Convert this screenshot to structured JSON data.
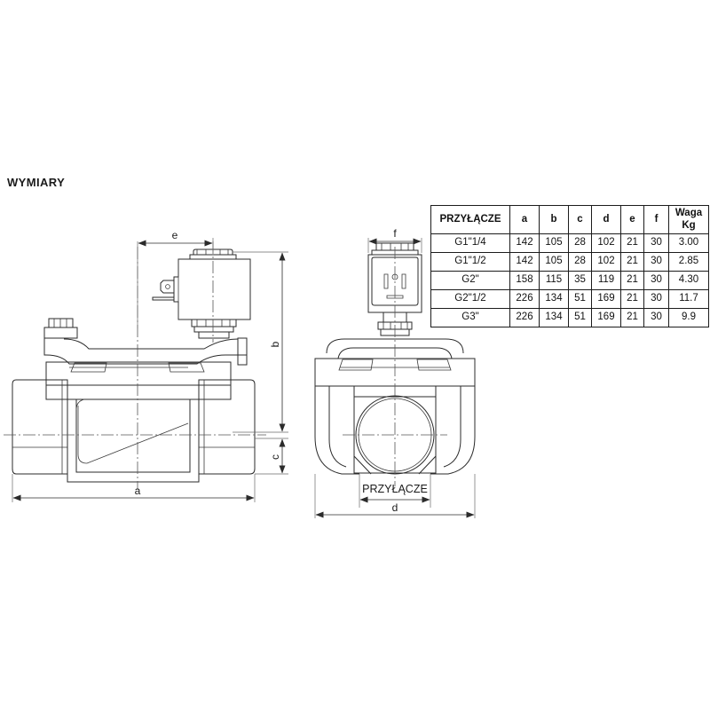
{
  "page": {
    "title": "WYMIARY",
    "background_color": "#ffffff",
    "line_color": "#2b2b2b"
  },
  "table": {
    "name": "dimensions-table",
    "headers": [
      "PRZYŁĄCZE",
      "a",
      "b",
      "c",
      "d",
      "e",
      "f",
      "Waga",
      "Kg"
    ],
    "weight_header_line1": "Waga",
    "weight_header_line2": "Kg",
    "rows": [
      {
        "connection": "G1\"1/4",
        "a": "142",
        "b": "105",
        "c": "28",
        "d": "102",
        "e": "21",
        "f": "30",
        "weight": "3.00"
      },
      {
        "connection": "G1\"1/2",
        "a": "142",
        "b": "105",
        "c": "28",
        "d": "102",
        "e": "21",
        "f": "30",
        "weight": "2.85"
      },
      {
        "connection": "G2\"",
        "a": "158",
        "b": "115",
        "c": "35",
        "d": "119",
        "e": "21",
        "f": "30",
        "weight": "4.30"
      },
      {
        "connection": "G2\"1/2",
        "a": "226",
        "b": "134",
        "c": "51",
        "d": "169",
        "e": "21",
        "f": "30",
        "weight": "11.7"
      },
      {
        "connection": "G3\"",
        "a": "226",
        "b": "134",
        "c": "51",
        "d": "169",
        "e": "21",
        "f": "30",
        "weight": "9.9"
      }
    ]
  },
  "side_view": {
    "name": "solenoid-valve-side-view",
    "dimension_labels": {
      "e": "e",
      "b": "b",
      "c": "c",
      "a": "a"
    }
  },
  "front_view": {
    "name": "solenoid-valve-front-view",
    "dimension_labels": {
      "f": "f",
      "d": "d"
    },
    "port_label": "PRZYŁĄCZE"
  }
}
